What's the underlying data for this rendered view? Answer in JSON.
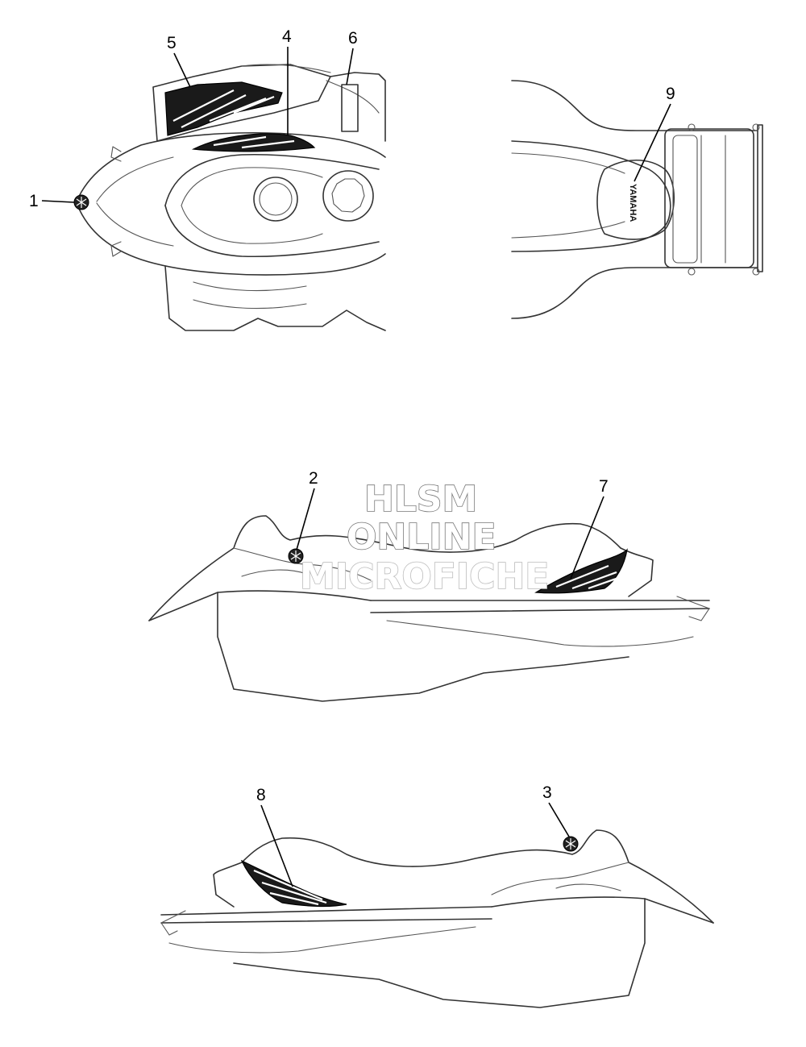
{
  "callouts": {
    "c1": "1",
    "c2": "2",
    "c3": "3",
    "c4": "4",
    "c5": "5",
    "c6": "6",
    "c7": "7",
    "c8": "8",
    "c9": "9"
  },
  "decal_text": {
    "yamaha": "YAMAHA"
  },
  "watermark": {
    "line1": "HLSM",
    "line2": "ONLINE",
    "line3": "MICROFICHE"
  }
}
